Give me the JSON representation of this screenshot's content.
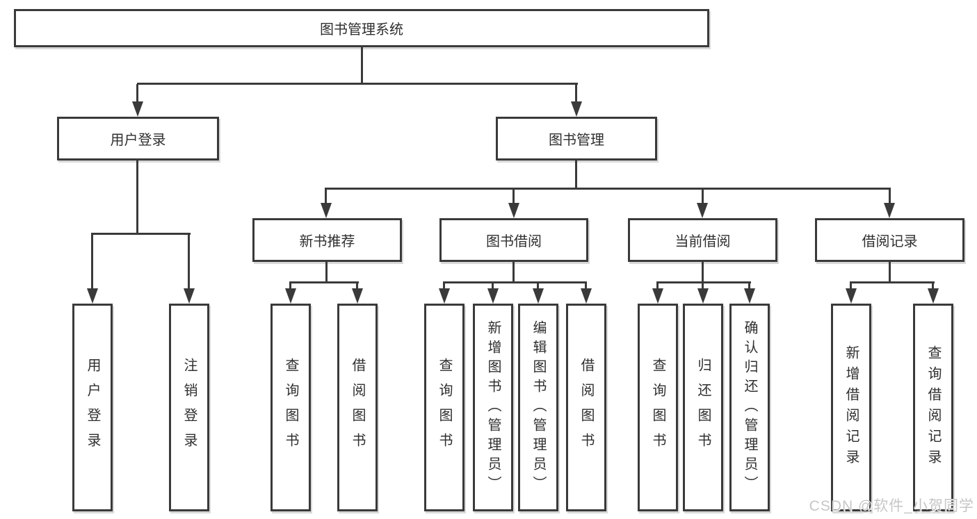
{
  "diagram_title": "图书管理系统",
  "nodes": {
    "root": {
      "label": "图书管理系统"
    },
    "level2": [
      {
        "label": "用户登录"
      },
      {
        "label": "图书管理"
      }
    ],
    "level3": [
      {
        "label": "新书推荐",
        "parent": "图书管理"
      },
      {
        "label": "图书借阅",
        "parent": "图书管理"
      },
      {
        "label": "当前借阅",
        "parent": "图书管理"
      },
      {
        "label": "借阅记录",
        "parent": "图书管理"
      }
    ],
    "leaves": [
      {
        "label": "用户登录",
        "parent": "用户登录"
      },
      {
        "label": "注销登录",
        "parent": "用户登录"
      },
      {
        "label": "查询图书",
        "parent": "新书推荐"
      },
      {
        "label": "借阅图书",
        "parent": "新书推荐"
      },
      {
        "label": "查询图书",
        "parent": "图书借阅"
      },
      {
        "label": "新增图书（管理员）",
        "parent": "图书借阅"
      },
      {
        "label": "编辑图书（管理员）",
        "parent": "图书借阅"
      },
      {
        "label": "借阅图书",
        "parent": "图书借阅"
      },
      {
        "label": "查询图书",
        "parent": "当前借阅"
      },
      {
        "label": "归还图书",
        "parent": "当前借阅"
      },
      {
        "label": "确认归还（管理员）",
        "parent": "当前借阅"
      },
      {
        "label": "新增借阅记录",
        "parent": "借阅记录"
      },
      {
        "label": "查询借阅记录",
        "parent": "借阅记录"
      }
    ]
  },
  "watermark": {
    "text": "CSDN @软件_小贺同学"
  },
  "colors": {
    "line": "#3a3a3a",
    "text": "#2f2f2f",
    "background": "#ffffff",
    "watermark": "#c6c6c6"
  }
}
